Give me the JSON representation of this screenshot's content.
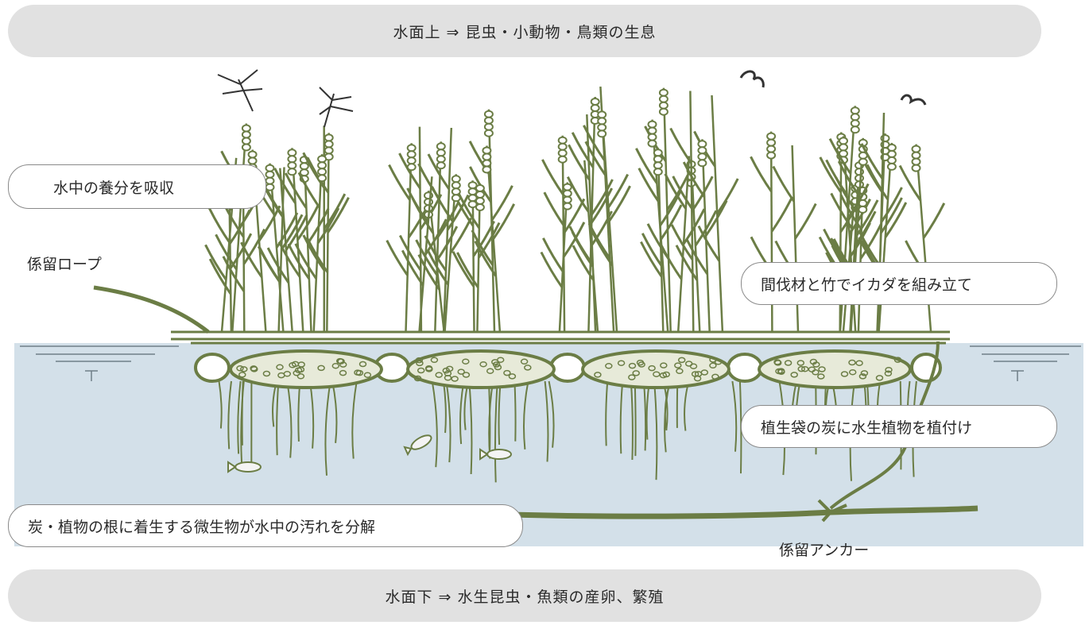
{
  "banners": {
    "top": "水面上 ⇒ 昆虫・小動物・鳥類の生息",
    "bottom": "水面下 ⇒ 水生昆虫・魚類の産卵、繁殖"
  },
  "labels": {
    "absorb": "水中の養分を吸収",
    "mooring_rope": "係留ロープ",
    "raft": "間伐材と竹でイカダを組み立て",
    "planting": "植生袋の炭に水生植物を植付け",
    "microbes": "炭・植物の根に着生する微生物が水中の汚れを分解",
    "anchor": "係留アンカー"
  },
  "colors": {
    "plant": "#6b7d45",
    "water": "#d3e0e9",
    "banner": "#e1e1e1",
    "text": "#2a2a2a"
  }
}
